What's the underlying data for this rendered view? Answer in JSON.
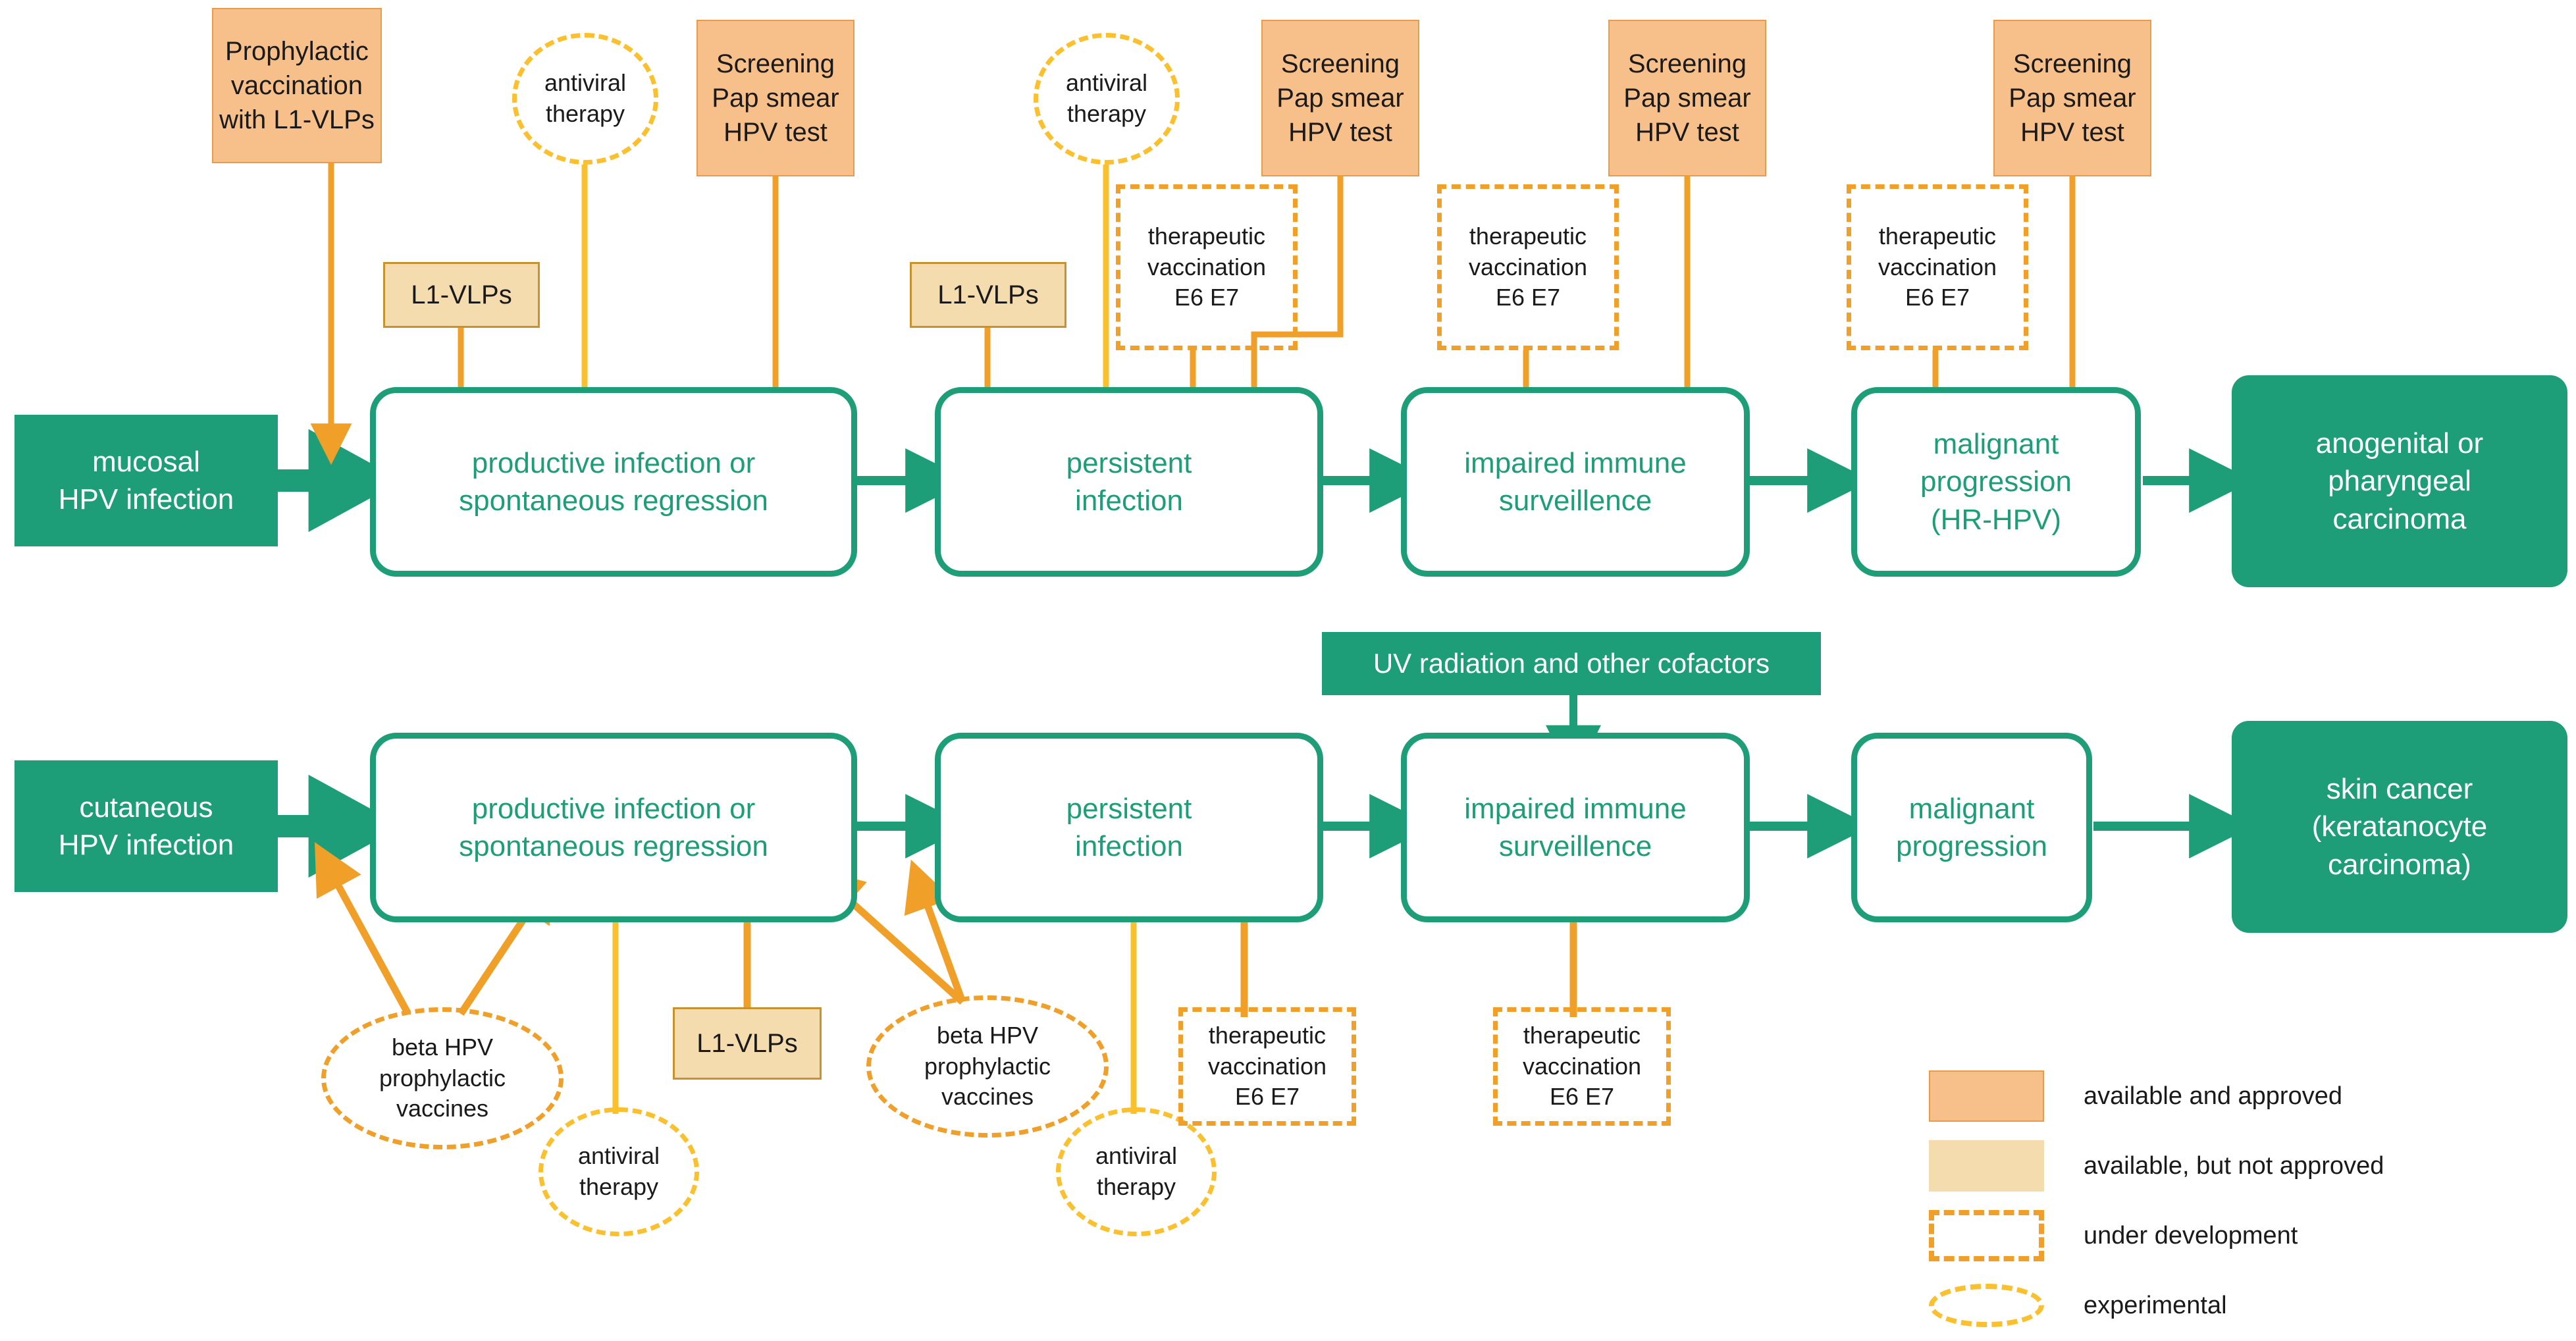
{
  "diagram": {
    "title": "HPV infection progression and intervention strategies",
    "colors": {
      "green": "#1E9E78",
      "orange_approved": "#F7C08A",
      "orange_approved_border": "#E89B4C",
      "orange_not_approved": "#F5DCAF",
      "orange_not_approved_border": "#C8922F",
      "dashed_dev": "#F0A028",
      "dashed_exp": "#FBC02D",
      "background": "#FFFFFF"
    }
  },
  "row_mucosal": {
    "start": "mucosal\nHPV infection",
    "steps": [
      "productive infection or\nspontaneous regression",
      "persistent\ninfection",
      "impaired immune\nsurveillence",
      "malignant\nprogression\n(HR-HPV)"
    ],
    "outcome": "anogenital or\npharyngeal\ncarcinoma"
  },
  "row_cutaneous": {
    "start": "cutaneous\nHPV infection",
    "steps": [
      "productive infection or\nspontaneous regression",
      "persistent\ninfection",
      "impaired immune\nsurveillence",
      "malignant\nprogression"
    ],
    "outcome": "skin cancer\n(keratanocyte\ncarcinoma)",
    "cofactor": "UV radiation and other cofactors"
  },
  "interventions_top": [
    {
      "id": "prophylactic-vaccination",
      "label": "Prophylactic\nvaccination\nwith L1-VLPs",
      "kind": "approved"
    },
    {
      "id": "antiviral-therapy-1",
      "label": "antiviral\ntherapy",
      "kind": "experimental"
    },
    {
      "id": "screening-1",
      "label": "Screening\nPap smear\nHPV test",
      "kind": "approved"
    },
    {
      "id": "l1-vlps-1",
      "label": "L1-VLPs",
      "kind": "not-approved"
    },
    {
      "id": "antiviral-therapy-2",
      "label": "antiviral\ntherapy",
      "kind": "experimental"
    },
    {
      "id": "screening-2",
      "label": "Screening\nPap smear\nHPV test",
      "kind": "approved"
    },
    {
      "id": "l1-vlps-2",
      "label": "L1-VLPs",
      "kind": "not-approved"
    },
    {
      "id": "therapeutic-vaccination-1",
      "label": "therapeutic\nvaccination\nE6 E7",
      "kind": "under-development"
    },
    {
      "id": "therapeutic-vaccination-2",
      "label": "therapeutic\nvaccination\nE6 E7",
      "kind": "under-development"
    },
    {
      "id": "screening-3",
      "label": "Screening\nPap smear\nHPV test",
      "kind": "approved"
    },
    {
      "id": "therapeutic-vaccination-3",
      "label": "therapeutic\nvaccination\nE6 E7",
      "kind": "under-development"
    },
    {
      "id": "screening-4",
      "label": "Screening\nPap smear\nHPV test",
      "kind": "approved"
    }
  ],
  "interventions_bottom": [
    {
      "id": "beta-hpv-vaccines-1",
      "label": "beta HPV\nprophylactic\nvaccines",
      "kind": "under-development"
    },
    {
      "id": "antiviral-therapy-3",
      "label": "antiviral\ntherapy",
      "kind": "experimental"
    },
    {
      "id": "l1-vlps-3",
      "label": "L1-VLPs",
      "kind": "not-approved"
    },
    {
      "id": "beta-hpv-vaccines-2",
      "label": "beta HPV\nprophylactic\nvaccines",
      "kind": "under-development"
    },
    {
      "id": "antiviral-therapy-4",
      "label": "antiviral\ntherapy",
      "kind": "experimental"
    },
    {
      "id": "therapeutic-vaccination-4",
      "label": "therapeutic\nvaccination\nE6 E7",
      "kind": "under-development"
    },
    {
      "id": "therapeutic-vaccination-5",
      "label": "therapeutic\nvaccination\nE6 E7",
      "kind": "under-development"
    }
  ],
  "legend": {
    "items": [
      {
        "swatch": "approved",
        "label": "available and approved"
      },
      {
        "swatch": "not-approved",
        "label": "available, but not approved"
      },
      {
        "swatch": "development",
        "label": "under development"
      },
      {
        "swatch": "experimental",
        "label": "experimental"
      }
    ]
  }
}
